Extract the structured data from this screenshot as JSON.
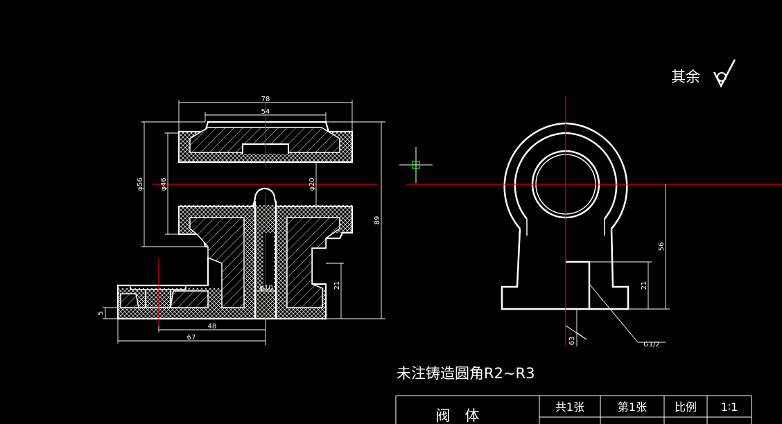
{
  "drawing": {
    "surface_note": "其余",
    "roughness_symbol": "✓",
    "casting_note": "未注铸造圆角R2~R3",
    "front_view_dims": {
      "d78": "78",
      "d54": "54",
      "d56": "φ56",
      "d46": "φ46",
      "d20": "φ20",
      "d89": "89",
      "d21": "21",
      "d10": "φ10",
      "d5": "5",
      "d48": "48",
      "d67": "67"
    },
    "side_view_dims": {
      "d56": "56",
      "d21": "21",
      "d63": "63",
      "thread": "G1/2"
    }
  },
  "title_block": {
    "part_name": "阀　体",
    "sheets_total": "共1张",
    "sheet_no": "第1张",
    "scale_label": "比例",
    "scale_value": "1∶1"
  },
  "colors": {
    "background": "#000000",
    "outline": "#ffffff",
    "center_line": "#ff0000",
    "cursor": "#00ff00"
  }
}
